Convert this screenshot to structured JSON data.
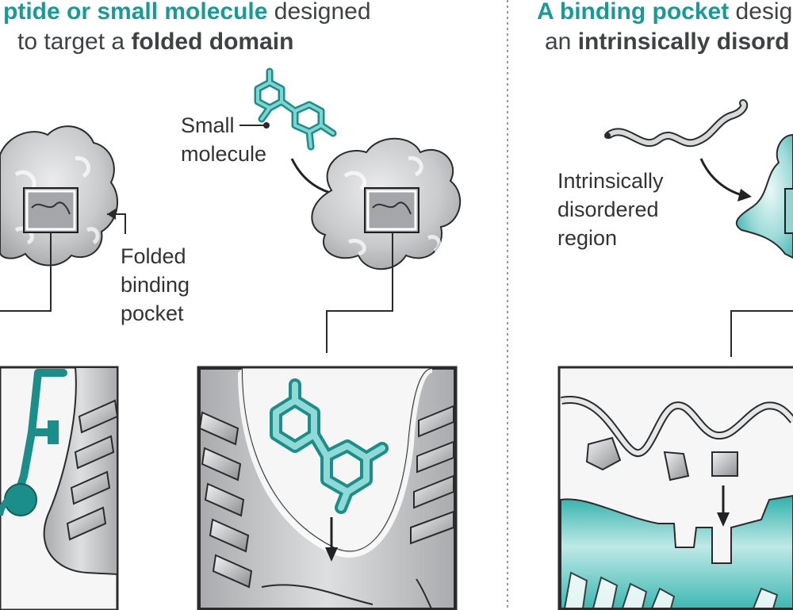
{
  "colors": {
    "teal": "#1a9a96",
    "teal_light": "#7fd3d0",
    "gray_surface": "#c8c9cb",
    "gray_dark": "#6d6f72",
    "text": "#3f4143",
    "divider": "#9a9a9a"
  },
  "left_panel": {
    "heading_line1_bold": "ptide or small molecule",
    "heading_line1_rest": " designed",
    "heading_line2_pre": "to target a ",
    "heading_line2_bold": "folded domain",
    "label_small_molecule_1": "Small",
    "label_small_molecule_2": "molecule",
    "label_pocket_1": "Folded",
    "label_pocket_2": "binding",
    "label_pocket_3": "pocket"
  },
  "right_panel": {
    "heading_line1_bold": "A binding pocket",
    "heading_line1_rest": " desig",
    "heading_line2_pre": "an ",
    "heading_line2_bold": "intrinsically disord",
    "label_idr_1": "Intrinsically",
    "label_idr_2": "disordered",
    "label_idr_3": "region"
  },
  "icons": [
    "folded-protein-icon",
    "small-molecule-icon",
    "alpha-helix-icon",
    "disordered-chain-icon",
    "down-arrow-icon"
  ]
}
